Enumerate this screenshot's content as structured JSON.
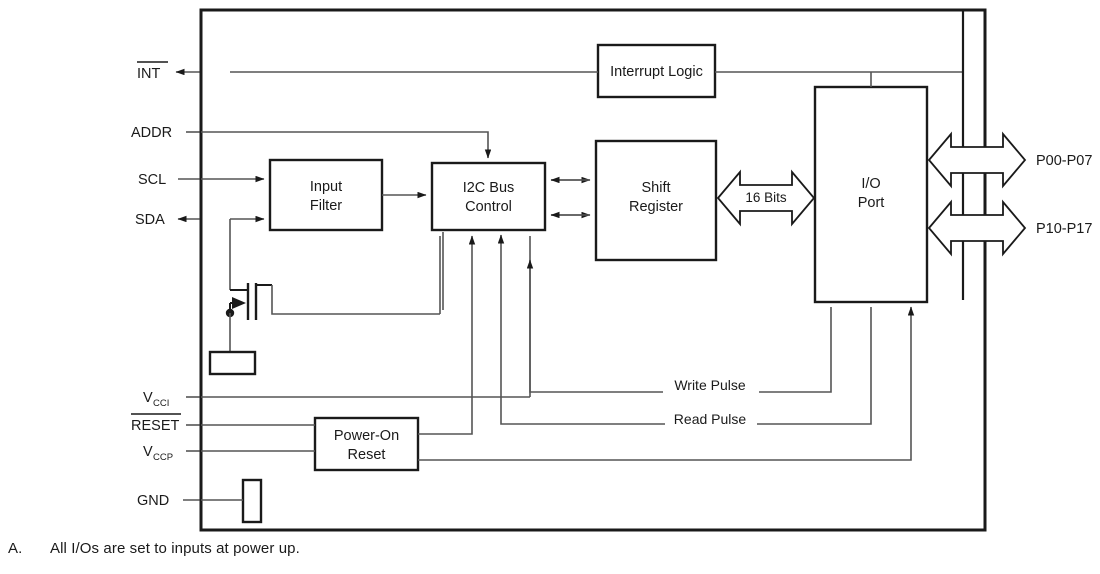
{
  "figure": {
    "type": "block-diagram",
    "title": "",
    "outer_border_label": ""
  },
  "blocks": [
    {
      "id": "interrupt_logic",
      "label": "Interrupt Logic",
      "line1": "Interrupt Logic",
      "line2": ""
    },
    {
      "id": "input_filter",
      "label": "Input Filter",
      "line1": "Input",
      "line2": "Filter"
    },
    {
      "id": "i2c_bus_control",
      "label": "I2C Bus Control",
      "line1": "I2C Bus",
      "line2": "Control"
    },
    {
      "id": "shift_register",
      "label": "Shift Register",
      "line1": "Shift",
      "line2": "Register"
    },
    {
      "id": "io_port",
      "label": "I/O Port",
      "line1": "I/O",
      "line2": "Port"
    },
    {
      "id": "power_on_reset",
      "label": "Power-On Reset",
      "line1": "Power-On",
      "line2": "Reset"
    }
  ],
  "pins_left": [
    {
      "id": "int",
      "label": "INT",
      "overline": true,
      "sub": ""
    },
    {
      "id": "addr",
      "label": "ADDR",
      "overline": false,
      "sub": ""
    },
    {
      "id": "scl",
      "label": "SCL",
      "overline": false,
      "sub": ""
    },
    {
      "id": "sda",
      "label": "SDA",
      "overline": false,
      "sub": ""
    },
    {
      "id": "vcci",
      "label": "V",
      "overline": false,
      "sub": "CCI"
    },
    {
      "id": "reset",
      "label": "RESET",
      "overline": true,
      "sub": ""
    },
    {
      "id": "vccp",
      "label": "V",
      "overline": false,
      "sub": "CCP"
    },
    {
      "id": "gnd",
      "label": "GND",
      "overline": false,
      "sub": ""
    }
  ],
  "pins_right": [
    {
      "id": "p00_p07",
      "label": "P00-P07"
    },
    {
      "id": "p10_p17",
      "label": "P10-P17"
    }
  ],
  "bus_labels": [
    {
      "id": "bits16",
      "label": "16 Bits"
    }
  ],
  "signal_labels": [
    {
      "id": "write_pulse",
      "label": "Write Pulse"
    },
    {
      "id": "read_pulse",
      "label": "Read Pulse"
    }
  ],
  "notes": [
    {
      "marker": "A.",
      "text": "All I/Os are set to inputs at power up."
    }
  ],
  "colors": {
    "block_border": "#1a1a1a",
    "wire": "#555555",
    "text": "#1a1a1a",
    "background": "#ffffff"
  }
}
